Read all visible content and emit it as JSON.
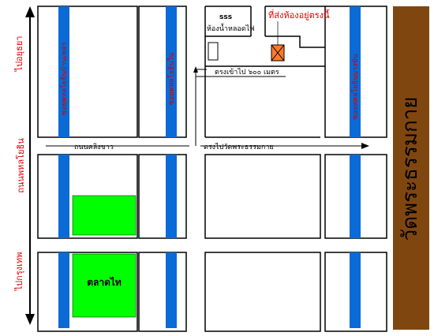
{
  "main_road": {
    "name": "ถนนพหลโยธิน",
    "to_north": "ไปอยุธยา",
    "to_south": "ไปกรุงเทพ"
  },
  "sois": {
    "soi_1": "ซอยพหลโยธินบ้านเหล่า",
    "soi_2": "ซอยพหลโยธินใน",
    "soi_3": "ซอยพหลโยธินบางขัน"
  },
  "roads": {
    "left_road": "ถนนคลิงขาว",
    "right_road": "ตรงไปวัดพระธรรมกาย"
  },
  "place_labels": {
    "sss": "sss",
    "lamp": "ห้องน้ำหลอดไฟ",
    "here": "ที่ส่งห้องอยู่ตรงนี้",
    "distance": "ตรงเข้าไป ๖๐๐ เมตร",
    "market": "ตลาดไท",
    "temple": "วัดพระธรรมกาย"
  },
  "colors": {
    "road_line": "#000000",
    "blue_road": "#0a6ad6",
    "market_green": "#00ff00",
    "temple_brown": "#7f4610",
    "marker_orange": "#ff7a2a",
    "label_red": "#e00000"
  },
  "icons": [
    "double-arrow-vertical",
    "arrow-right",
    "location-marker-box"
  ]
}
